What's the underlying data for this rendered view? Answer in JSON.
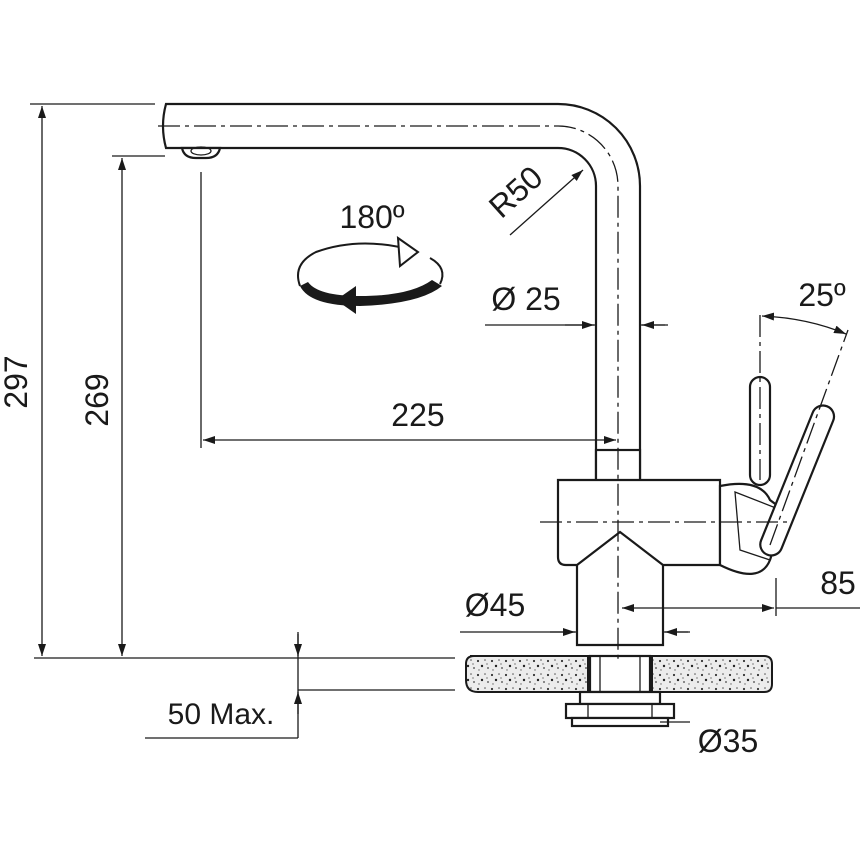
{
  "dimensions": {
    "total_height": "297",
    "spout_height": "269",
    "spout_reach": "225",
    "bend_radius": "R50",
    "spout_diameter": "Ø 25",
    "swivel_angle": "180º",
    "lever_angle": "25º",
    "base_diameter": "Ø45",
    "lever_offset": "85",
    "max_countertop": "50 Max.",
    "hole_diameter": "Ø35"
  }
}
